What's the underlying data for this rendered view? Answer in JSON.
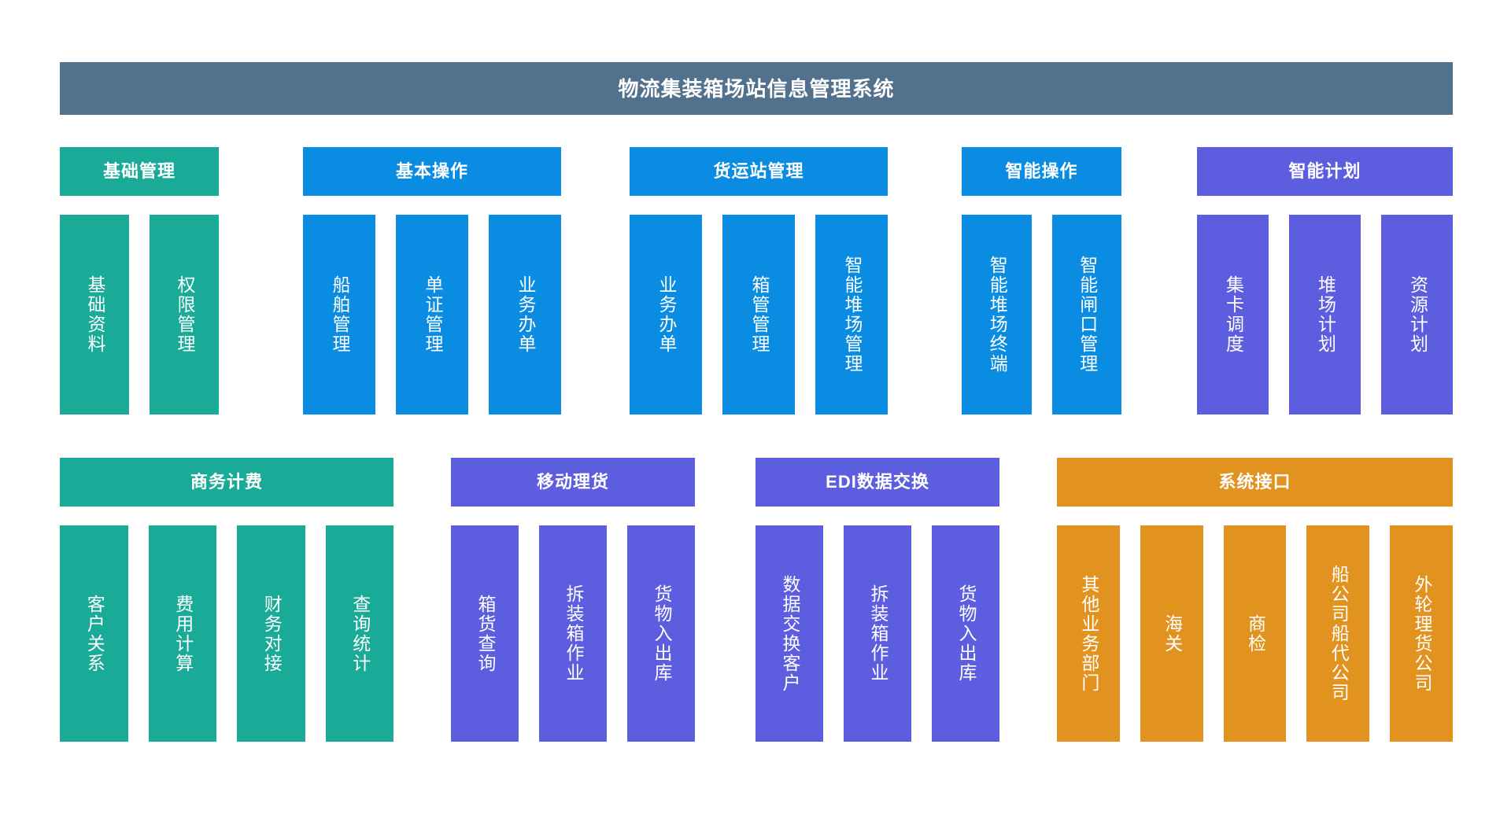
{
  "header": {
    "title": "物流集装箱场站信息管理系统",
    "bar_color": "#52718c"
  },
  "palette": {
    "teal": "#1aab98",
    "blue": "#0a8ce2",
    "purple": "#5d5de0",
    "orange": "#e2931f"
  },
  "rows": [
    {
      "groups": [
        {
          "id": "basic-mgmt",
          "label": "基础管理",
          "color": "teal",
          "items": [
            "基础资料",
            "权限管理"
          ]
        },
        {
          "id": "basic-ops",
          "label": "基本操作",
          "color": "blue",
          "items": [
            "船舶管理",
            "单证管理",
            "业务办单"
          ]
        },
        {
          "id": "freight-station",
          "label": "货运站管理",
          "color": "blue",
          "items": [
            "业务办单",
            "箱管管理",
            "智能堆场管理"
          ]
        },
        {
          "id": "smart-ops",
          "label": "智能操作",
          "color": "blue",
          "items": [
            "智能堆场终端",
            "智能闸口管理"
          ]
        },
        {
          "id": "smart-plan",
          "label": "智能计划",
          "color": "purple",
          "items": [
            "集卡调度",
            "堆场计划",
            "资源计划"
          ]
        }
      ]
    },
    {
      "groups": [
        {
          "id": "commerce-billing",
          "label": "商务计费",
          "color": "teal",
          "items": [
            "客户关系",
            "费用计算",
            "财务对接",
            "查询统计"
          ]
        },
        {
          "id": "mobile-tally",
          "label": "移动理货",
          "color": "purple",
          "items": [
            "箱货查询",
            "拆装箱作业",
            "货物入出库"
          ]
        },
        {
          "id": "edi-exchange",
          "label": "EDI数据交换",
          "color": "purple",
          "items": [
            "数据交换客户",
            "拆装箱作业",
            "货物入出库"
          ]
        },
        {
          "id": "system-interface",
          "label": "系统接口",
          "color": "orange",
          "items": [
            "其他业务部门",
            "海关",
            "商检",
            "船公司船代公司",
            "外轮理货公司"
          ]
        }
      ]
    }
  ]
}
